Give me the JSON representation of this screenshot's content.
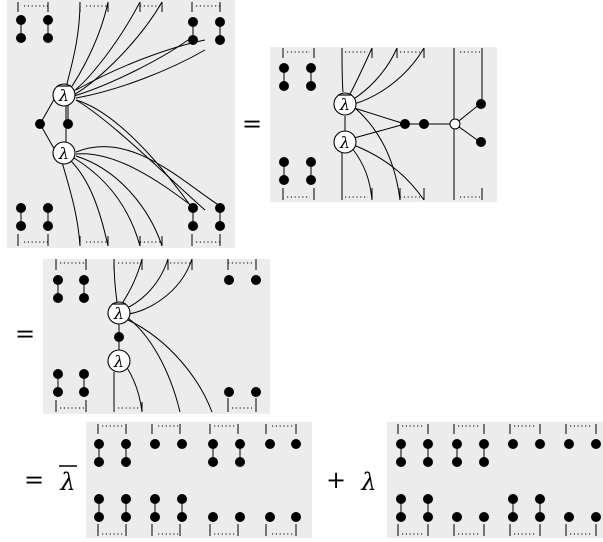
{
  "equation": {
    "equals_1": "=",
    "equals_2": "=",
    "equals_3": "=",
    "plus": "+",
    "coef_1": "λ",
    "coef_2": "λ",
    "coef_1_overline": true,
    "node_lambda_bar": "λ",
    "node_lambda": "λ",
    "ellipsis": "···"
  }
}
